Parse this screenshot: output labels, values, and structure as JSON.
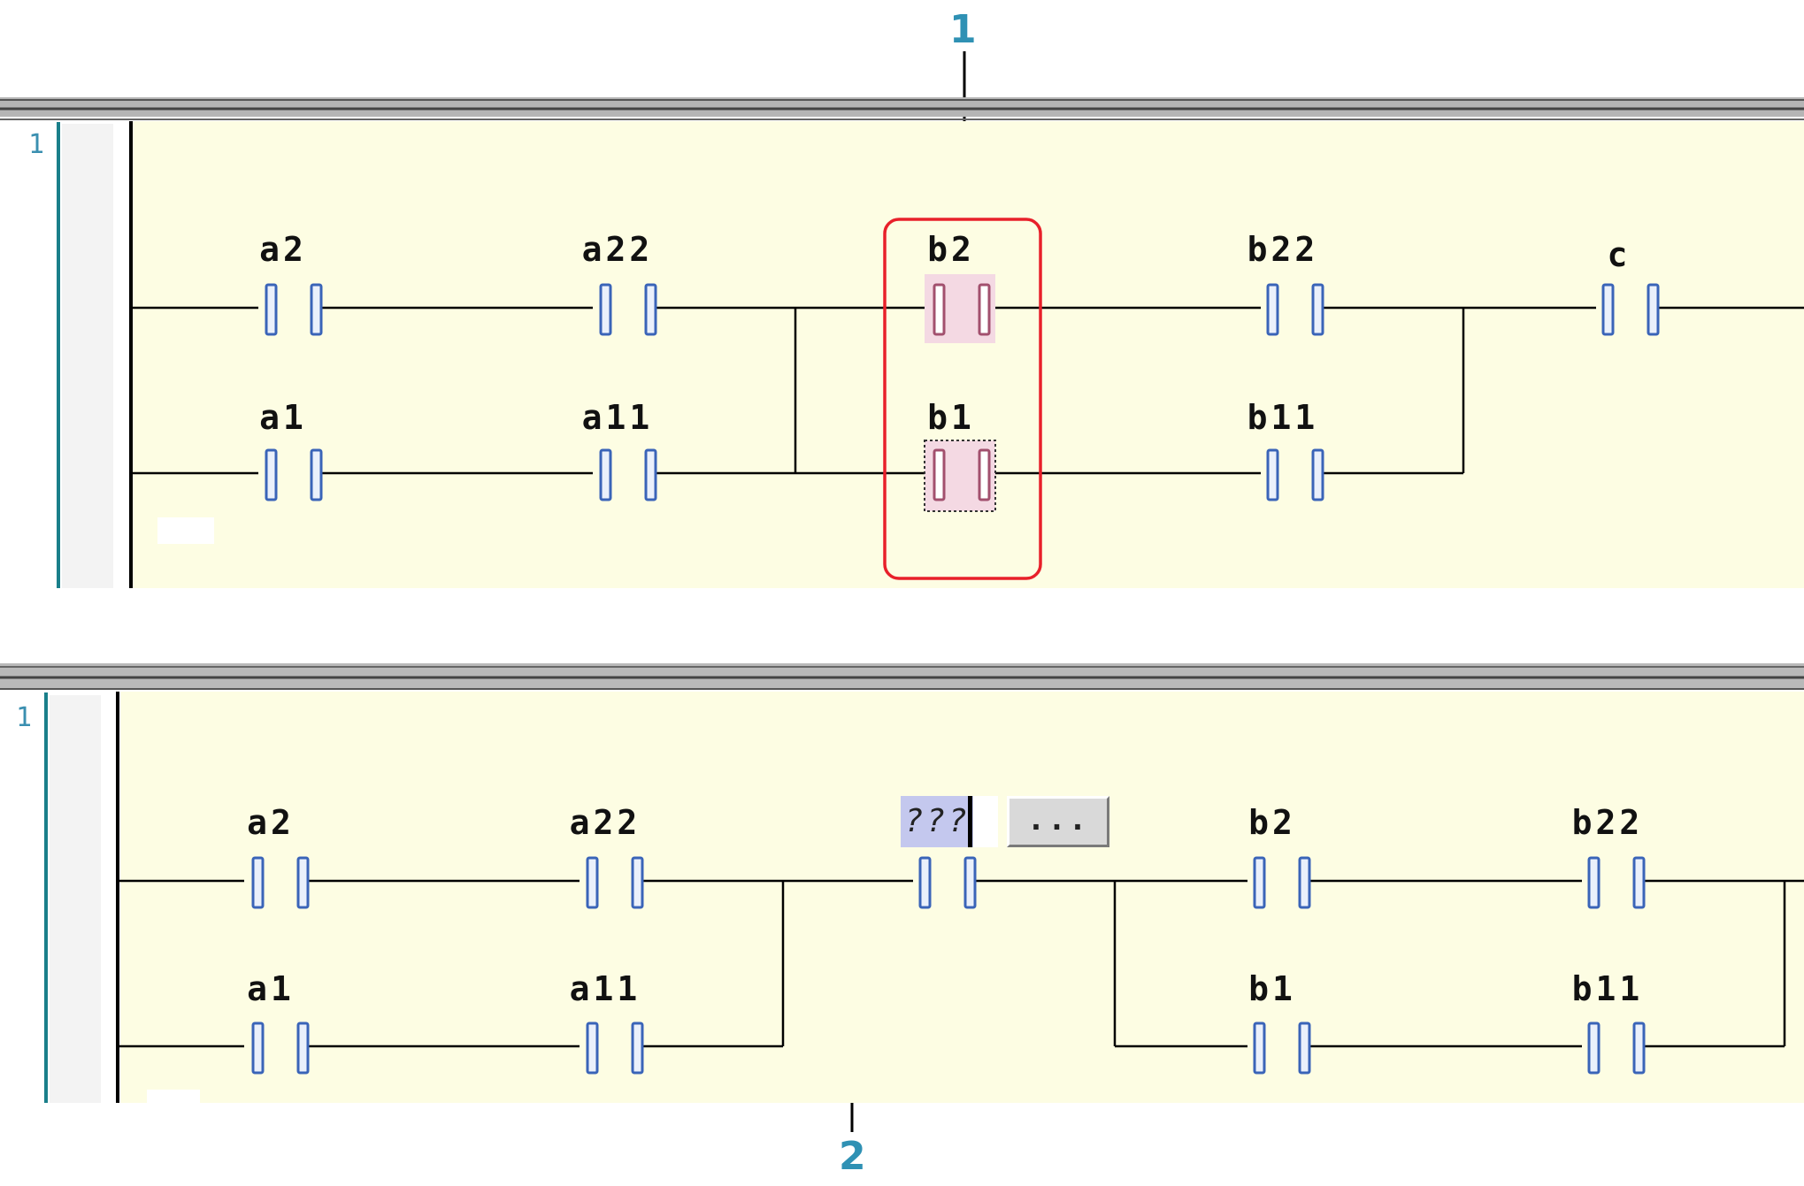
{
  "callouts": {
    "top": "1",
    "bottom": "2"
  },
  "top_panel": {
    "rung_number": "1",
    "row1_labels": [
      "a2",
      "a22",
      "b2",
      "b22",
      "c"
    ],
    "row2_labels": [
      "a1",
      "a11",
      "b1",
      "b11"
    ]
  },
  "bottom_panel": {
    "rung_number": "1",
    "row1_labels": [
      "a2",
      "a22",
      "b2",
      "b22"
    ],
    "row2_labels": [
      "a1",
      "a11",
      "b1",
      "b11"
    ],
    "edit_field": {
      "value": "???",
      "browse_label": "..."
    }
  },
  "colors": {
    "editor_bg": "#fdfde3",
    "contact": "#3a64b8",
    "contact_fill": "#eaf0fb",
    "selected_contact": "#a2506e",
    "selection_bg": "#f4d9e3",
    "highlight_box": "#e8202a",
    "callout": "#2f91b4"
  }
}
